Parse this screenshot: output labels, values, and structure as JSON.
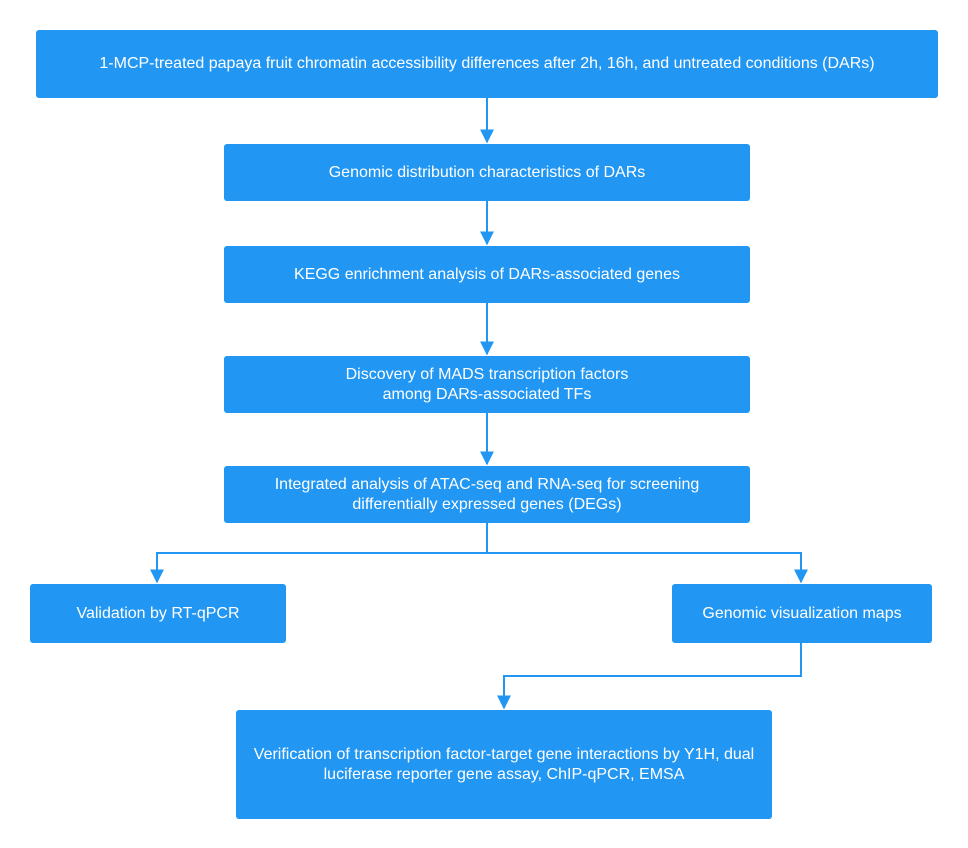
{
  "colors": {
    "node_fill": "#2196f3",
    "node_text": "#ffffff",
    "connector": "#2196f3"
  },
  "nodes": {
    "start": "1-MCP-treated papaya fruit chromatin accessibility differences after 2h, 16h, and untreated conditions (DARs)",
    "genomic_distribution": "Genomic distribution characteristics of DARs",
    "kegg": "KEGG enrichment analysis of DARs-associated genes",
    "mads": "Discovery of MADS transcription factors among DARs-associated TFs",
    "integrated": "Integrated analysis of ATAC-seq and RNA-seq for screening differentially expressed genes (DEGs)",
    "rt_qpcr": "Validation by RT-qPCR",
    "visualization": "Genomic visualization maps",
    "verification": "Verification of transcription factor-target gene interactions by Y1H, dual luciferase reporter gene assay, ChIP-qPCR, EMSA"
  }
}
